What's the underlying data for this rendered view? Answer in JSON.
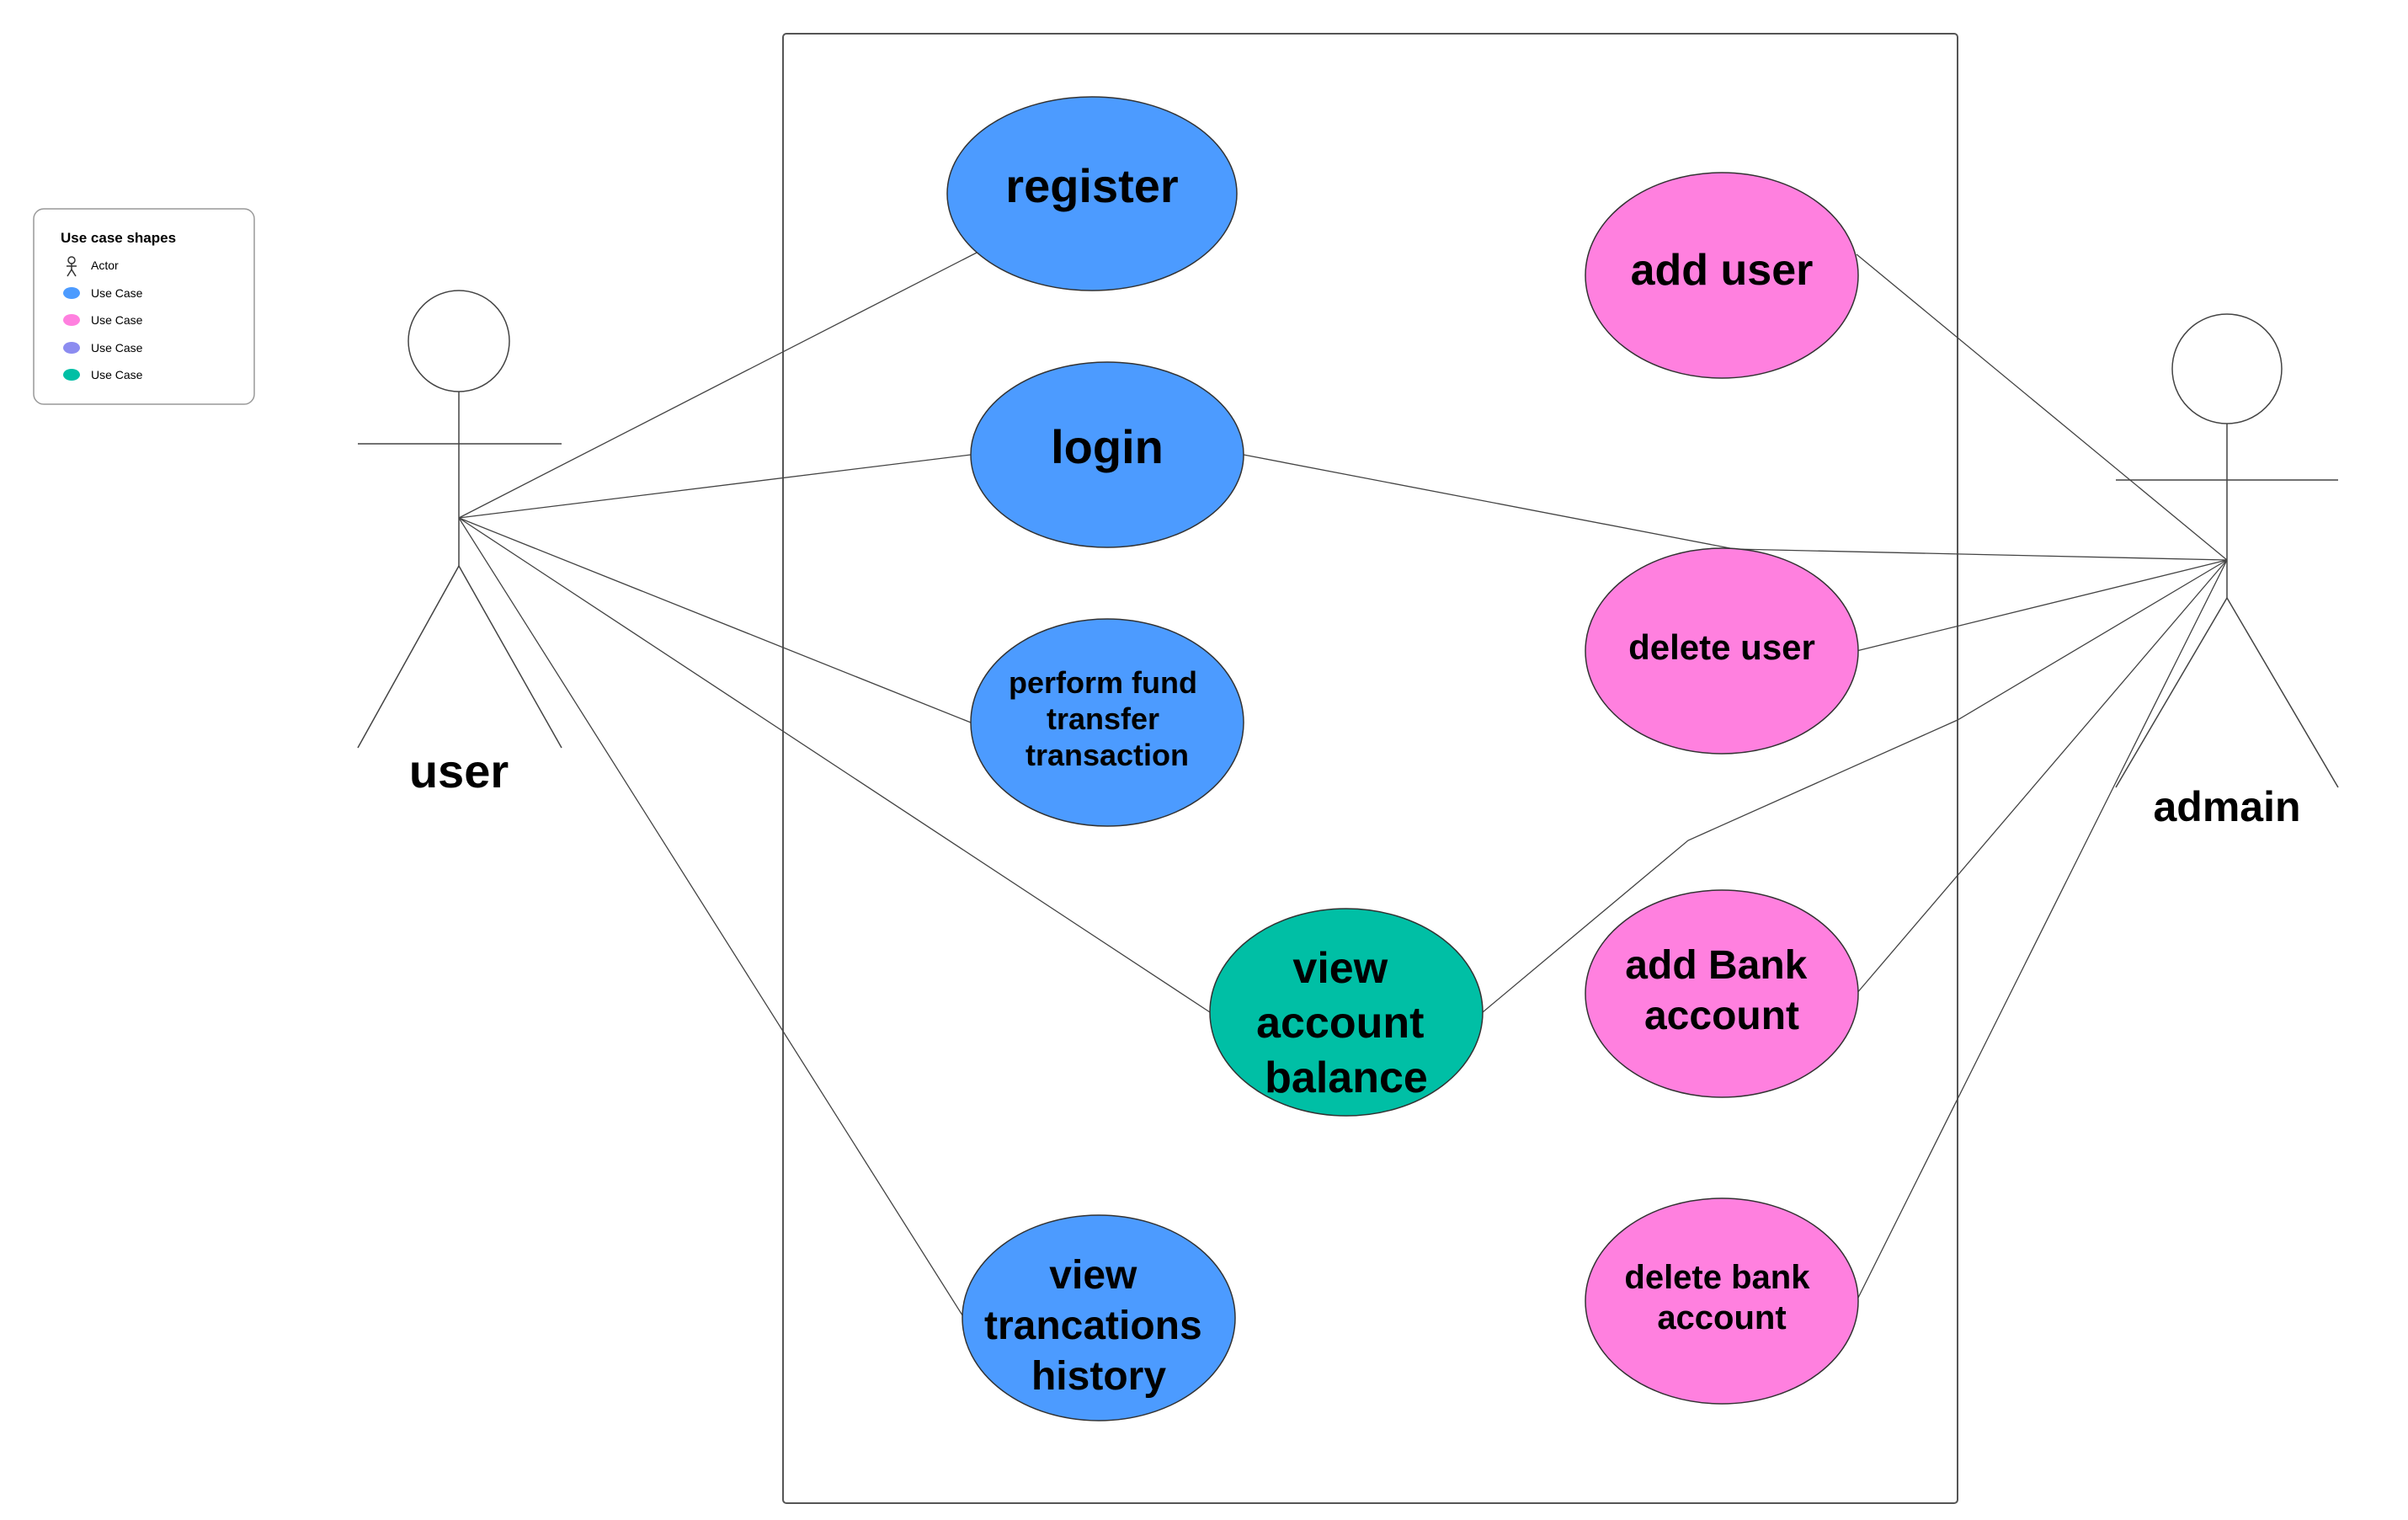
{
  "legend": {
    "title": "Use case shapes",
    "items": [
      {
        "label": "Actor",
        "kind": "actor",
        "color": "#333333"
      },
      {
        "label": "Use Case",
        "kind": "ellipse",
        "color": "#4c9bff"
      },
      {
        "label": "Use Case",
        "kind": "ellipse",
        "color": "#ff80df"
      },
      {
        "label": "Use Case",
        "kind": "ellipse",
        "color": "#8c8cf0"
      },
      {
        "label": "Use Case",
        "kind": "ellipse",
        "color": "#00bfa5"
      }
    ]
  },
  "actors": {
    "user": {
      "label": "user"
    },
    "admin": {
      "label": "admain"
    }
  },
  "use_cases": {
    "register": {
      "lines": [
        "register"
      ],
      "color": "#4c9bff"
    },
    "login": {
      "lines": [
        "login"
      ],
      "color": "#4c9bff"
    },
    "fund_transfer": {
      "lines": [
        "perform fund",
        "transfer",
        "transaction"
      ],
      "color": "#4c9bff"
    },
    "view_balance": {
      "lines": [
        "view",
        "account",
        "balance"
      ],
      "color": "#00bfa5"
    },
    "view_history": {
      "lines": [
        "view",
        "trancations",
        "history"
      ],
      "color": "#4c9bff"
    },
    "add_user": {
      "lines": [
        "add user"
      ],
      "color": "#ff80df"
    },
    "delete_user": {
      "lines": [
        "delete user"
      ],
      "color": "#ff80df"
    },
    "add_bank": {
      "lines": [
        "add Bank",
        "account"
      ],
      "color": "#ff80df"
    },
    "delete_bank": {
      "lines": [
        "delete bank",
        "account"
      ],
      "color": "#ff80df"
    }
  },
  "associations": [
    [
      "user",
      "register"
    ],
    [
      "user",
      "login"
    ],
    [
      "user",
      "fund_transfer"
    ],
    [
      "user",
      "view_balance"
    ],
    [
      "user",
      "view_history"
    ],
    [
      "admin",
      "login"
    ],
    [
      "admin",
      "add_user"
    ],
    [
      "admin",
      "delete_user"
    ],
    [
      "admin",
      "view_balance"
    ],
    [
      "admin",
      "add_bank"
    ],
    [
      "admin",
      "delete_bank"
    ]
  ]
}
